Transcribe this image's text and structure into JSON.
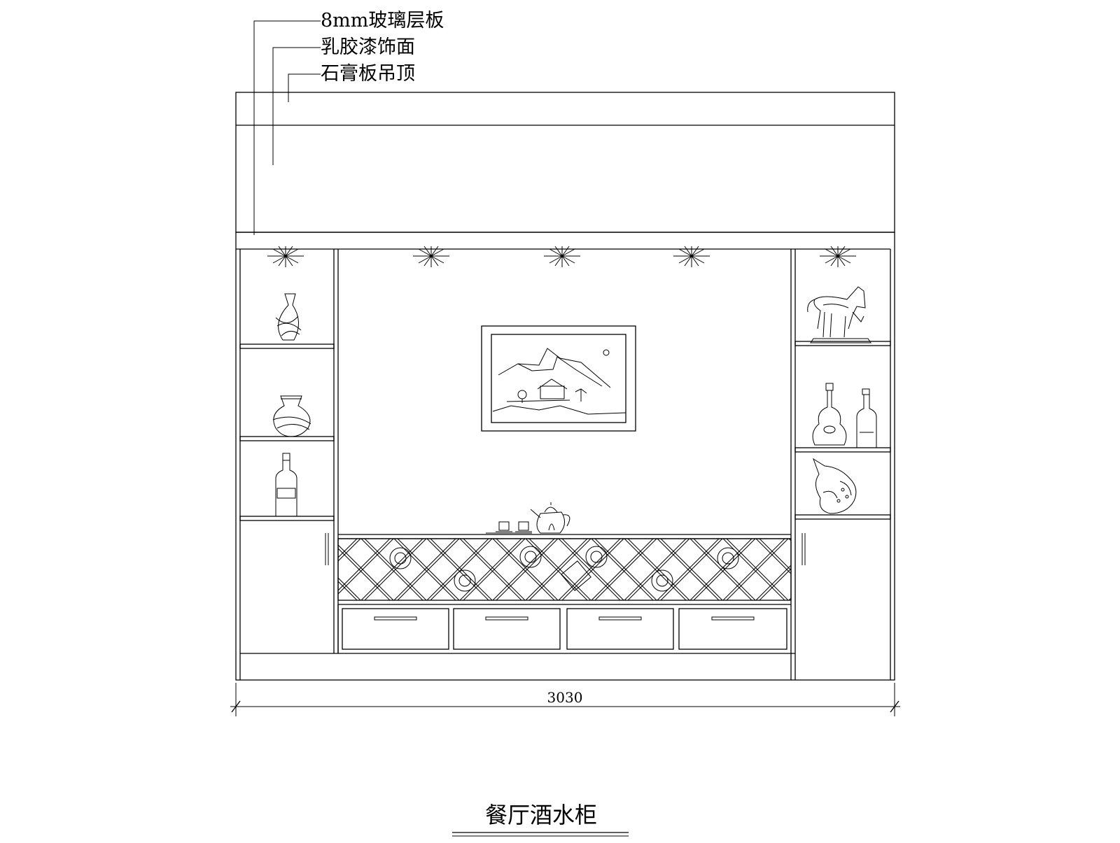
{
  "callouts": [
    {
      "text": "8mm玻璃层板"
    },
    {
      "text": "乳胶漆饰面"
    },
    {
      "text": "石膏板吊顶"
    }
  ],
  "dimension": {
    "overall_width": "3030"
  },
  "title": "餐厅酒水柜"
}
